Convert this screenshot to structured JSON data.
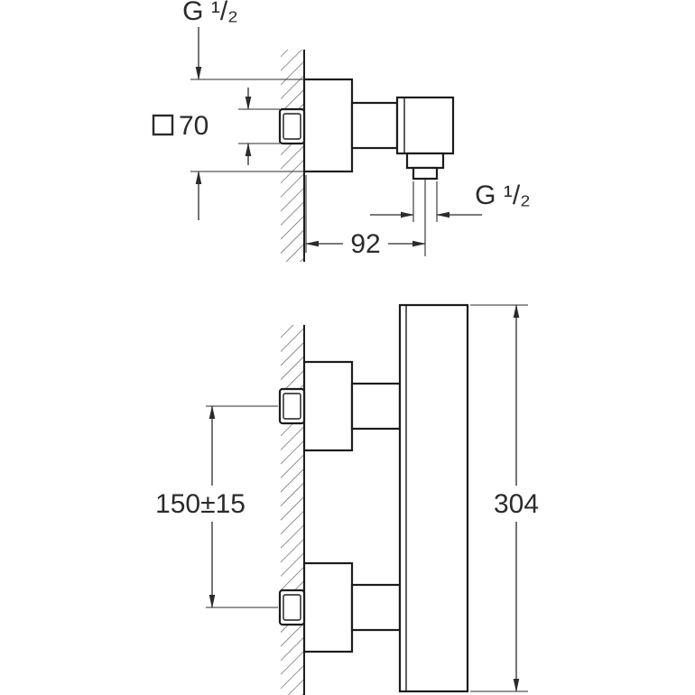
{
  "drawing": {
    "top_view": {
      "inlet_thread_label": "G ¹/₂",
      "escutcheon_dim": "70",
      "wall_to_outlet_dim": "92",
      "outlet_thread_label": "G ¹/₂"
    },
    "front_view": {
      "connection_spacing_dim": "150±15",
      "total_height_dim": "304"
    }
  }
}
